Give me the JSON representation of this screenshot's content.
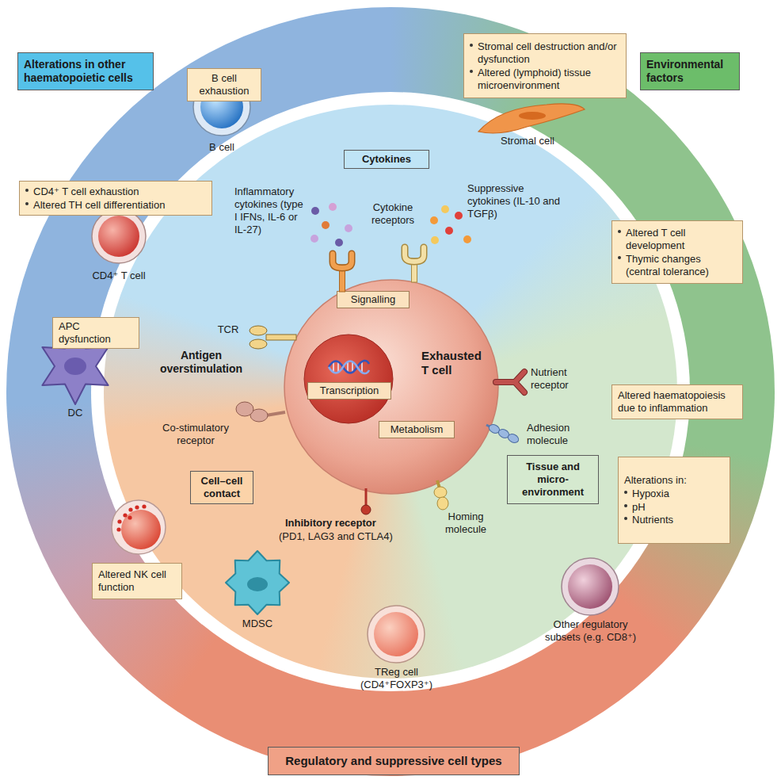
{
  "diagram": {
    "nodes": [
      {
        "text": [
          "Alterations in other haematopoietic cells"
        ]
      },
      {
        "text": [
          "B cell exhaustion"
        ]
      },
      {
        "text": [
          "Stromal cell destruction and/or dysfunction",
          "Altered (lymphoid) tissue microenvironment"
        ]
      },
      {
        "text": [
          "Environmental factors"
        ]
      },
      {
        "text": [
          "Cytokines"
        ]
      },
      {
        "text": [
          "CD4⁺ T cell exhaustion",
          "Altered TH cell differentiation"
        ]
      },
      {
        "text": [
          "Altered T cell development",
          "Thymic changes (central tolerance)"
        ]
      },
      {
        "text": [
          "APC dysfunction"
        ]
      },
      {
        "text": [
          "Exhausted T cell"
        ]
      },
      {
        "text": [
          "Signalling"
        ],
        "in": 8
      },
      {
        "text": [
          "Transcription"
        ],
        "in": 8
      },
      {
        "text": [
          "Metabolism"
        ],
        "in": 8
      },
      {
        "text": [
          "Altered haematopoiesis due to inflammation"
        ]
      },
      {
        "text": [
          "Cell–cell contact"
        ]
      },
      {
        "text": [
          "Tissue and micro-environment"
        ]
      },
      {
        "text": [
          "Alterations in:",
          "Hypoxia",
          "pH",
          "Nutrients"
        ]
      },
      {
        "text": [
          "Altered NK cell function"
        ]
      },
      {
        "text": [
          "Regulatory and suppressive cell types"
        ]
      }
    ],
    "labels": [
      "B cell",
      "Stromal cell",
      "CD4⁺ T cell",
      "DC",
      "Inflammatory cytokines (type I IFNs, IL-6 or IL-27)",
      "Cytokine receptors",
      "Suppressive cytokines (IL-10 and TGFβ)",
      "TCR",
      "Antigen overstimulation",
      "Co-stimulatory receptor",
      "Inhibitory receptor",
      "(PD1, LAG3 and CTLA4)",
      "Homing molecule",
      "Adhesion molecule",
      "Nutrient receptor",
      "MDSC",
      "TReg cell (CD4⁺FOXP3⁺)",
      "Other regulatory subsets (e.g. CD8⁺)"
    ]
  }
}
